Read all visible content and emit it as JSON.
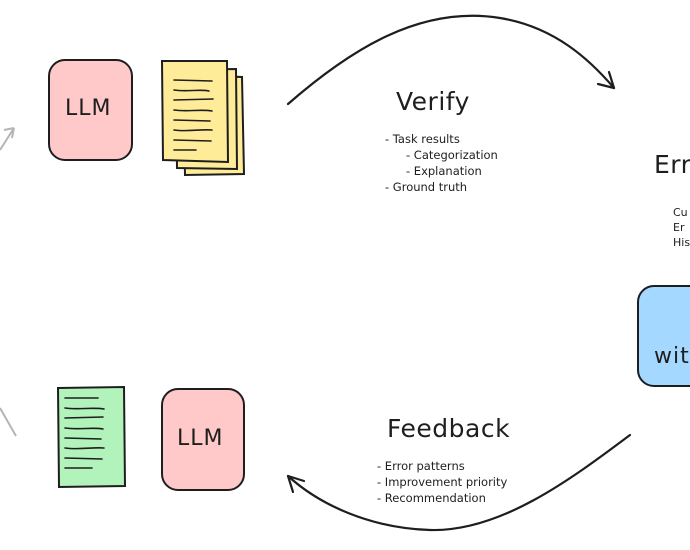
{
  "verify": {
    "title": "Verify",
    "bullets": [
      "- Task results",
      "- Categorization",
      "- Explanation",
      "- Ground truth"
    ]
  },
  "feedback": {
    "title": "Feedback",
    "bullets": [
      "- Error patterns",
      "- Improvement priority",
      "- Recommendation"
    ]
  },
  "error_section": {
    "title_partial": "Err",
    "lines_partial": [
      "Cu",
      "Er",
      "His"
    ]
  },
  "blue_box": {
    "label_partial": "wit"
  },
  "llm_top": {
    "label": "LLM"
  },
  "llm_bottom": {
    "label": "LLM"
  },
  "colors": {
    "llm_fill": "#ffc9c9",
    "doc_yellow": "#ffec99",
    "doc_green": "#b2f2bb",
    "blue_fill": "#a5d8ff",
    "stroke": "#1e1e1e",
    "faint_arrow": "#b0b0b0"
  },
  "icons": [
    "document-stack-icon",
    "document-icon",
    "curved-arrow-icon"
  ]
}
